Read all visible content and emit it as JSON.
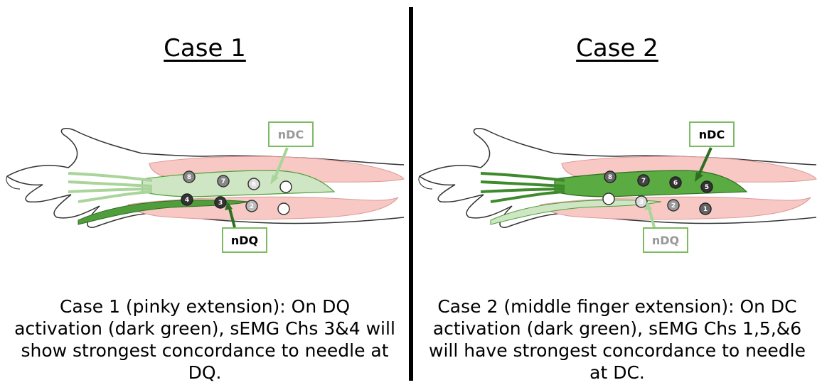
{
  "case1": {
    "title": "Case 1",
    "label_top": "nDC",
    "label_bottom": "nDQ",
    "caption": "Case 1 (pinky extension): On DQ activation (dark green), sEMG Chs 3&4 will show strongest concordance to needle at DQ.",
    "channels": [
      "8",
      "7",
      "6",
      "4",
      "3",
      "2"
    ]
  },
  "case2": {
    "title": "Case 2",
    "label_top": "nDC",
    "label_bottom": "nDQ",
    "caption": "Case 2 (middle finger extension): On DC activation (dark green), sEMG Chs 1,5,&6 will have strongest concordance to needle at DC.",
    "channels": [
      "8",
      "7",
      "6",
      "5",
      "3",
      "2",
      "1"
    ]
  },
  "colors": {
    "dark_green": "#4f9e3b",
    "light_green": "#cfe6c4",
    "muscle_pink": "#f8c9c4",
    "label_green_border": "#7dbb62"
  }
}
